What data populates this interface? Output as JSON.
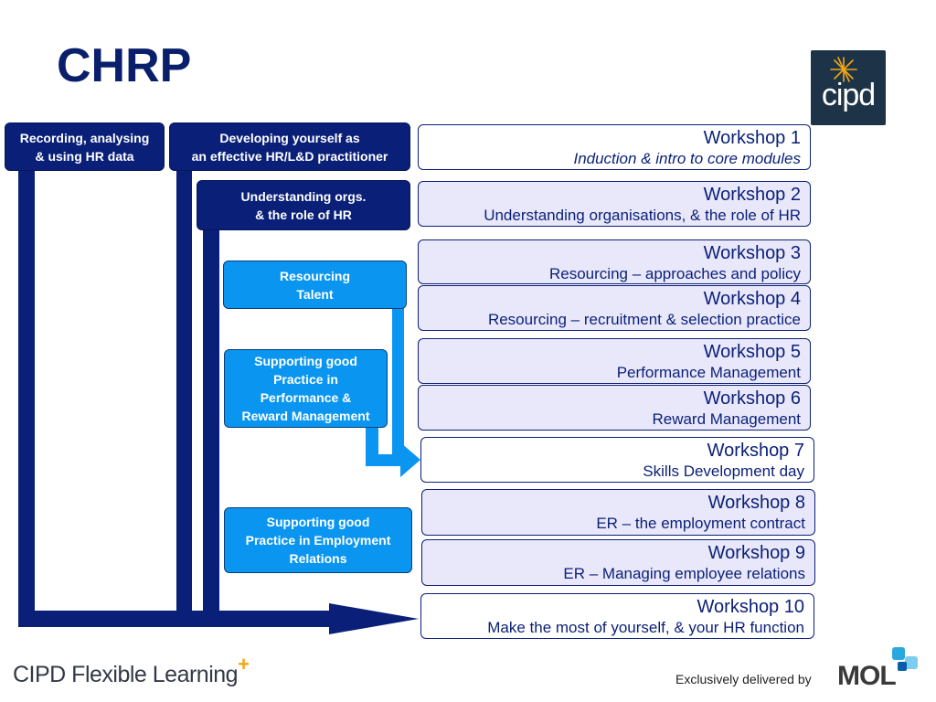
{
  "title": "CHRP",
  "logo": {
    "text": "cipd",
    "icon": "sparkle-icon"
  },
  "modules": [
    {
      "line1": "Recording, analysing",
      "line2": "& using HR data"
    },
    {
      "line1": "Developing yourself as",
      "line2": "an effective HR/L&D practitioner"
    },
    {
      "line1": "Understanding orgs.",
      "line2": "& the role of HR"
    },
    {
      "line1": "Resourcing",
      "line2": "Talent"
    },
    {
      "lines": [
        "Supporting good",
        "Practice in",
        "Performance &",
        "Reward Management"
      ]
    },
    {
      "lines": [
        "Supporting good",
        "Practice in Employment",
        "Relations"
      ]
    }
  ],
  "workshops": [
    {
      "name": "Workshop 1",
      "desc": "Induction & intro to core modules"
    },
    {
      "name": "Workshop 2",
      "desc": "Understanding organisations, & the role of HR"
    },
    {
      "name": "Workshop 3",
      "desc": "Resourcing – approaches and policy"
    },
    {
      "name": "Workshop 4",
      "desc": "Resourcing – recruitment & selection practice"
    },
    {
      "name": "Workshop 5",
      "desc": "Performance Management"
    },
    {
      "name": "Workshop 6",
      "desc": "Reward Management"
    },
    {
      "name": "Workshop 7",
      "desc": "Skills Development day"
    },
    {
      "name": "Workshop 8",
      "desc": "ER – the employment contract"
    },
    {
      "name": "Workshop 9",
      "desc": "ER – Managing employee relations"
    },
    {
      "name": "Workshop 10",
      "desc": "Make the most of yourself, & your HR function"
    }
  ],
  "footer": {
    "brand": "CIPD Flexible Learning",
    "plus": "+",
    "delivered": "Exclusively delivered by",
    "partner": "MOL"
  },
  "colors": {
    "dark_blue": "#0a1f78",
    "light_blue": "#0a96f0",
    "tint": "#e9e8fb",
    "accent": "#f3a712"
  }
}
